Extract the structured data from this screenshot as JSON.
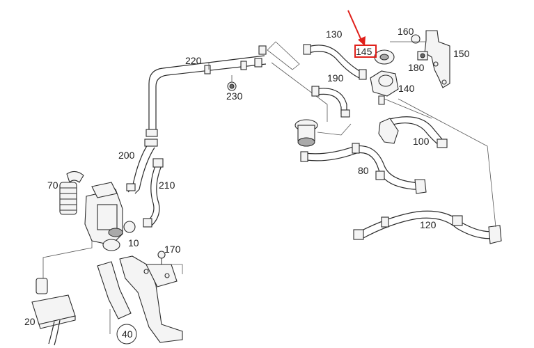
{
  "diagram": {
    "highlight_color": "#e0201b",
    "highlighted_label": "145",
    "labels": [
      "130",
      "160",
      "150",
      "180",
      "220",
      "230",
      "190",
      "140",
      "100",
      "200",
      "210",
      "70",
      "80",
      "120",
      "10",
      "170",
      "20",
      "40"
    ]
  }
}
